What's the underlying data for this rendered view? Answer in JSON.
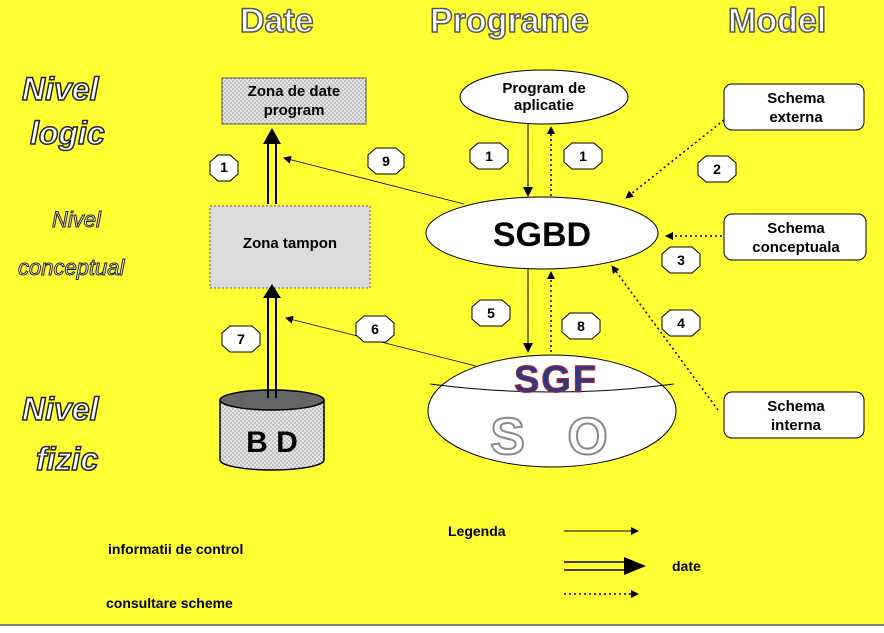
{
  "headers": {
    "date": "Date",
    "programe": "Programe",
    "model": "Model"
  },
  "levels": {
    "logic_1": "Nivel",
    "logic_2": "logic",
    "conceptual_1": "Nivel",
    "conceptual_2": "conceptual",
    "fizic_1": "Nivel",
    "fizic_2": "fizic"
  },
  "boxes": {
    "zona_date_1": "Zona de date",
    "zona_date_2": "program",
    "zona_tampon": "Zona tampon",
    "bd": "B D",
    "program_1": "Program de",
    "program_2": "aplicatie",
    "sgbd": "SGBD",
    "sgf": "SGF",
    "so": "S O"
  },
  "schemas": {
    "externa_1": "Schema",
    "externa_2": "externa",
    "conceptuala_1": "Schema",
    "conceptuala_2": "conceptuala",
    "interna_1": "Schema",
    "interna_2": "interna"
  },
  "numbers": {
    "n1_top": "1",
    "n1_left": "1",
    "n1_right": "1",
    "n2": "2",
    "n3": "3",
    "n4": "4",
    "n5": "5",
    "n6": "6",
    "n7": "7",
    "n8": "8",
    "n9": "9"
  },
  "legend": {
    "title": "Legenda",
    "control": "informatii de control",
    "date": "date",
    "consultare": "consultare scheme"
  },
  "colors": {
    "background": "#ffff33",
    "box": "#d9d9d9",
    "outline": "#000000"
  }
}
